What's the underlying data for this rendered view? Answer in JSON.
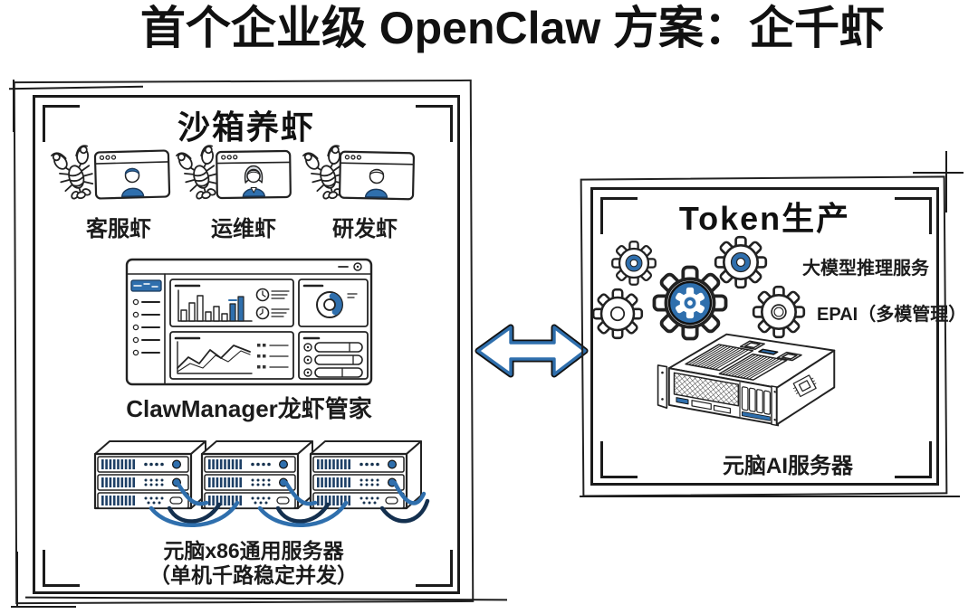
{
  "title": "首个企业级 OpenClaw 方案：企千虾",
  "colors": {
    "ink": "#1b1b1b",
    "blue": "#2f6fad",
    "navy": "#1d3f66",
    "background": "#ffffff"
  },
  "left_panel": {
    "title": "沙箱养虾",
    "agents": [
      {
        "label": "客服虾"
      },
      {
        "label": "运维虾"
      },
      {
        "label": "研发虾"
      }
    ],
    "dashboard_caption": "ClawManager龙虾管家",
    "servers_caption_line1": "元脑x86通用服务器",
    "servers_caption_line2": "（单机千路稳定并发）"
  },
  "connector": {
    "type": "double-arrow"
  },
  "right_panel": {
    "title": "Token生产",
    "inference_label": "大模型推理服务",
    "epai_label": "EPAI（多模管理）",
    "server_caption": "元脑AI服务器"
  }
}
